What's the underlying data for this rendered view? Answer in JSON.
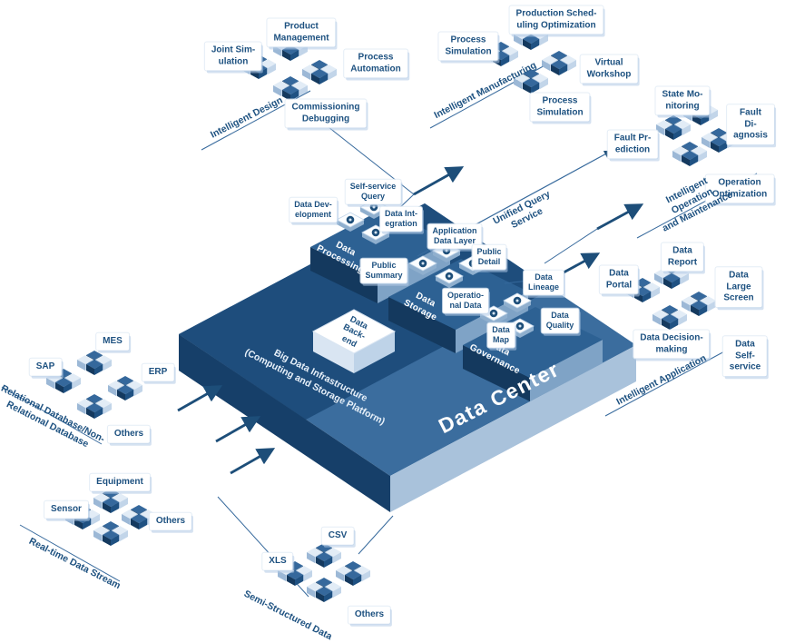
{
  "colors": {
    "navy": "#1d4e79",
    "mid_blue": "#3b6d9e",
    "dark_band": "#1e4d7c",
    "light_face": "#a9c2db",
    "text": "#1d5180"
  },
  "platform": {
    "title": "Data Center",
    "subtitle": "Big Data Infrastructure\n(Computing and Storage Platform)",
    "backend_label": "Data\nBack-\nend",
    "processing_label": "Data\nProcessing",
    "storage_label": "Data\nStorage",
    "governance_label": "Data\nGovernance",
    "tiles": {
      "data_development": "Data Dev-\nelopment",
      "self_service_query": "Self-service\nQuery",
      "data_integration": "Data Int-\negration",
      "application_data_layer": "Application\nData Layer",
      "public_summary": "Public\nSummary",
      "public_detail": "Public\nDetail",
      "operational_data": "Operatio-\nnal Data",
      "data_map": "Data\nMap",
      "data_quality": "Data\nQuality",
      "data_lineage": "Data\nLineage"
    }
  },
  "clusters": {
    "design": {
      "axis_label": "Intelligent Design",
      "joint_simulation": "Joint Sim-\nulation",
      "product_management": "Product\nManagement",
      "process_automation": "Process\nAutomation",
      "commissioning_debugging": "Commissioning\nDebugging"
    },
    "manufacturing": {
      "axis_label": "Intelligent Manufacturing",
      "process_simulation_1": "Process\nSimulation",
      "production_scheduling": "Production Sched-\nuling Optimization",
      "virtual_workshop": "Virtual\nWorkshop",
      "process_simulation_2": "Process\nSimulation"
    },
    "unified_query": {
      "axis_label": "Unified Query\nService"
    },
    "operation_maintenance": {
      "axis_label": "Intelligent Operation\nand Maintenance",
      "state_monitoring": "State Mo-\nnitoring",
      "fault_diagnosis": "Fault Di-\nagnosis",
      "fault_prediction": "Fault Pr-\nediction",
      "operation_optimization": "Operation\nOptimization"
    },
    "application": {
      "axis_label": "Intelligent Application",
      "data_report": "Data\nReport",
      "data_portal": "Data\nPortal",
      "data_large_screen": "Data Large\nScreen",
      "data_decision_making": "Data Decision-\nmaking",
      "data_self_service": "Data Self-\nservice"
    }
  },
  "sources": {
    "relational": {
      "axis_label": "Relational Database/Non-\nRelational Database",
      "sap": "SAP",
      "mes": "MES",
      "erp": "ERP",
      "others": "Others"
    },
    "realtime": {
      "axis_label": "Real-time Data Stream",
      "equipment": "Equipment",
      "sensor": "Sensor",
      "others": "Others"
    },
    "semi_structured": {
      "axis_label": "Semi-Structured Data",
      "xls": "XLS",
      "csv": "CSV",
      "others": "Others"
    }
  }
}
